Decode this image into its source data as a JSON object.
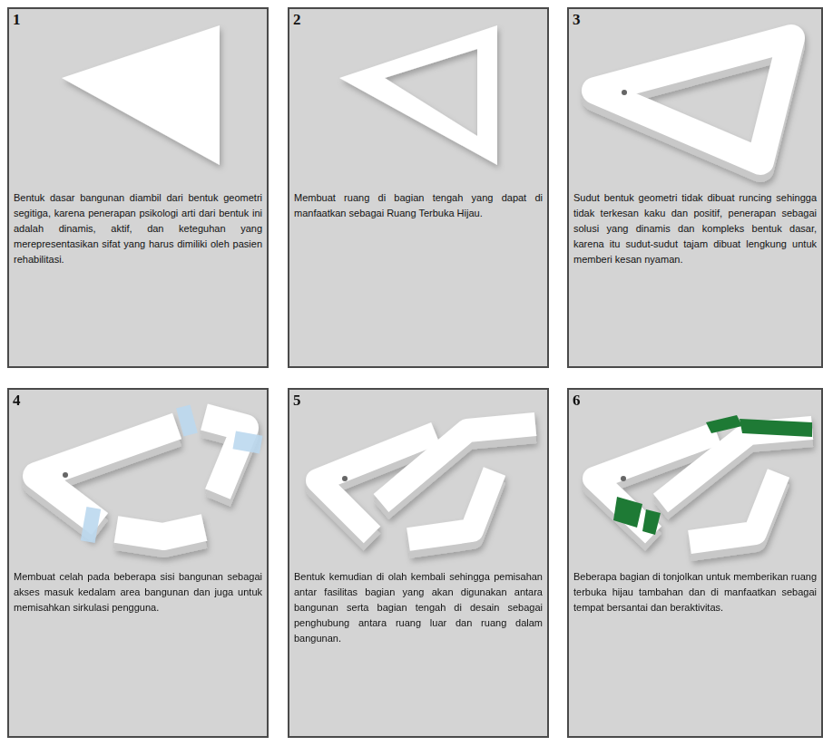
{
  "diagram": {
    "nodes": [
      {
        "text": [
          "1",
          "Bentuk dasar bangunan diambil dari bentuk geometri segitiga, karena penerapan psikologi arti dari bentuk ini adalah dinamis, aktif, dan keteguhan yang merepresentasikan sifat yang harus dimiliki oleh pasien rehabilitasi."
        ]
      },
      {
        "text": [
          "2",
          "Membuat ruang di bagian tengah yang dapat di manfaatkan sebagai Ruang Terbuka Hijau."
        ]
      },
      {
        "text": [
          "3",
          "Sudut bentuk geometri tidak dibuat runcing sehingga tidak terkesan kaku dan positif, penerapan sebagai solusi yang dinamis dan kompleks bentuk dasar, karena itu sudut-sudut tajam dibuat lengkung untuk memberi kesan nyaman."
        ]
      },
      {
        "text": [
          "4",
          "Membuat celah pada beberapa sisi bangunan sebagai akses masuk kedalam area bangunan dan juga untuk memisahkan sirkulasi pengguna."
        ]
      },
      {
        "text": [
          "5",
          "Bentuk kemudian di olah kembali sehingga pemisahan antar fasilitas bagian yang akan digunakan antara bangunan serta bagian tengah di desain sebagai penghubung antara ruang luar dan ruang dalam bangunan."
        ]
      },
      {
        "text": [
          "6",
          "Beberapa bagian di tonjolkan untuk memberikan ruang terbuka hijau tambahan dan di manfaatkan sebagai tempat bersantai dan beraktivitas."
        ]
      }
    ]
  }
}
